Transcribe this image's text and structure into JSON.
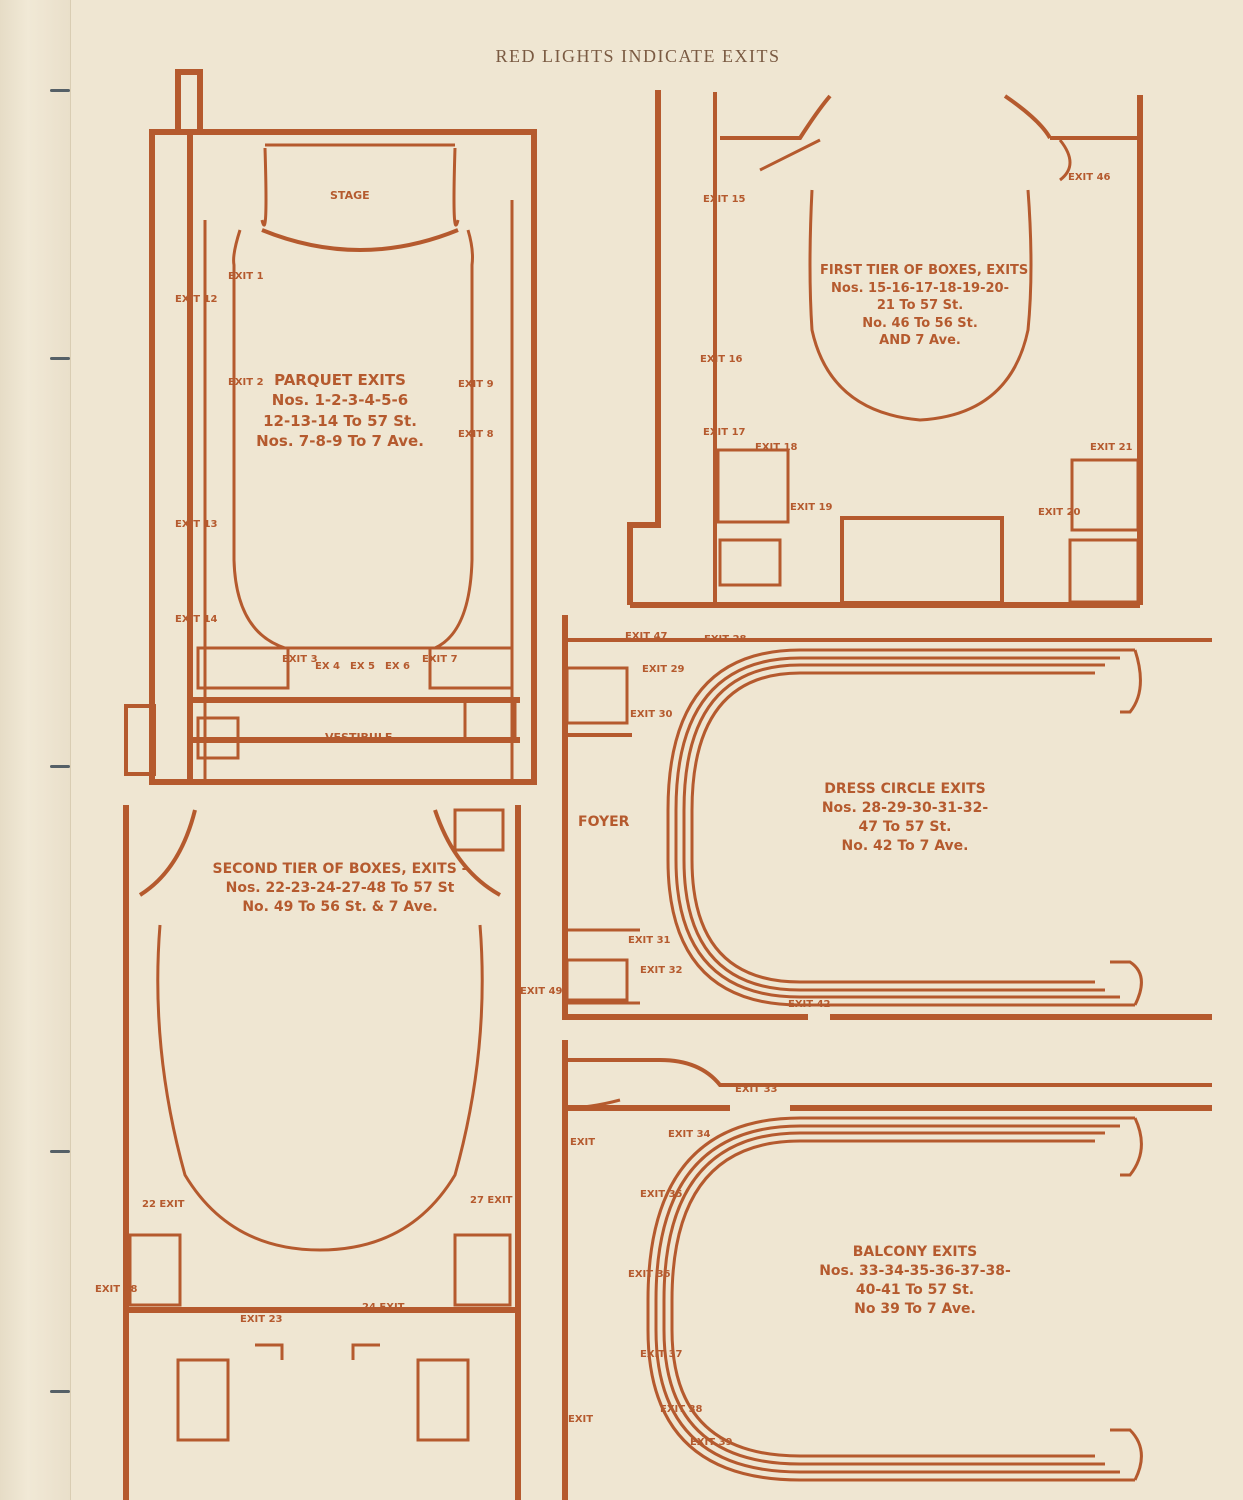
{
  "header": "RED LIGHTS INDICATE EXITS",
  "parquet": {
    "title": "PARQUET EXITS",
    "lines": [
      "Nos. 1-2-3-4-5-6",
      "12-13-14 To 57 St.",
      "Nos. 7-8-9 To 7 Ave."
    ],
    "stage": "STAGE",
    "vestibule": "VESTIBULE",
    "exits": [
      "EXIT 1",
      "EXIT 2",
      "EXIT 3",
      "EX 4",
      "EX 5",
      "EX 6",
      "EXIT 7",
      "EXIT 8",
      "EXIT 9",
      "EXIT 12",
      "EXIT 13",
      "EXIT 14"
    ]
  },
  "first_tier": {
    "title": "FIRST TIER OF BOXES, EXITS",
    "lines": [
      "Nos. 15-16-17-18-19-20-",
      "21 To 57 St.",
      "No. 46 To 56 St.",
      "AND 7 Ave."
    ],
    "exits": [
      "EXIT 15",
      "EXIT 16",
      "EXIT 17",
      "EXIT 18",
      "EXIT 19",
      "EXIT 20",
      "EXIT 21",
      "EXIT 46"
    ]
  },
  "second_tier": {
    "title": "SECOND TIER OF BOXES, EXITS -",
    "lines": [
      "Nos. 22-23-24-27-48 To 57 St",
      "No. 49 To 56 St. & 7 Ave."
    ],
    "exits": [
      "22 EXIT",
      "EXIT 23",
      "24 EXIT",
      "27 EXIT",
      "EXIT 48",
      "EXIT 49"
    ]
  },
  "dress_circle": {
    "title": "DRESS CIRCLE EXITS",
    "lines": [
      "Nos. 28-29-30-31-32-",
      "47 To 57 St.",
      "No. 42 To 7 Ave."
    ],
    "foyer": "FOYER",
    "exits": [
      "EXIT 47",
      "EXIT 28",
      "EXIT 29",
      "EXIT 30",
      "EXIT 31",
      "EXIT 32",
      "EXIT 42"
    ]
  },
  "balcony": {
    "title": "BALCONY EXITS",
    "lines": [
      "Nos. 33-34-35-36-37-38-",
      "40-41 To 57 St.",
      "No 39 To 7 Ave."
    ],
    "exits": [
      "EXIT 33",
      "EXIT 34",
      "EXIT 35",
      "EXIT 36",
      "EXIT 37",
      "EXIT 38",
      "EXIT 39",
      "EXIT",
      "EXIT"
    ]
  },
  "colors": {
    "ink": "#b55a2e",
    "paper": "#efe6d2"
  }
}
